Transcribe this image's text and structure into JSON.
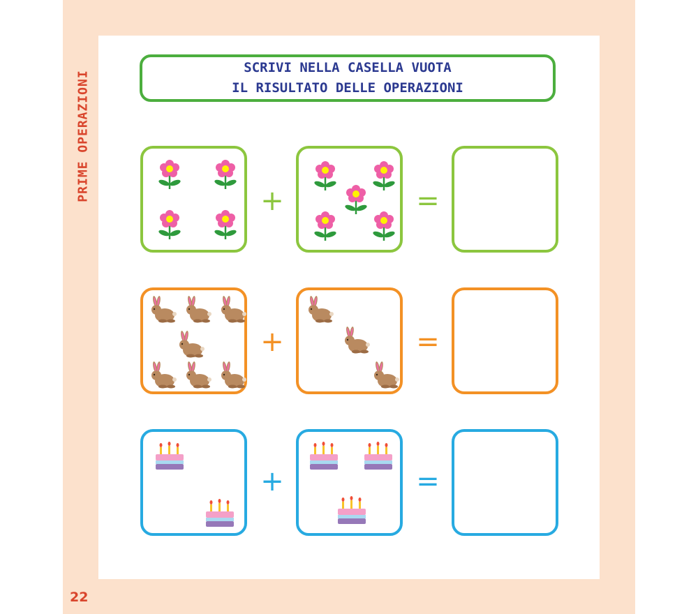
{
  "page": {
    "side_title": "PRIME OPERAZIONI",
    "page_number": "22"
  },
  "instruction": {
    "line1": "SCRIVI NELLA CASELLA VUOTA",
    "line2": "IL RISULTATO DELLE OPERAZIONI"
  },
  "rows": [
    {
      "item": "flower-icon",
      "first_count": 4,
      "second_count": 5,
      "plus": "+",
      "equals": "=",
      "color": "#8cc63f"
    },
    {
      "item": "rabbit-icon",
      "first_count": 7,
      "second_count": 3,
      "plus": "+",
      "equals": "=",
      "color": "#f39125"
    },
    {
      "item": "cake-icon",
      "first_count": 2,
      "second_count": 3,
      "plus": "+",
      "equals": "=",
      "color": "#27aae1"
    }
  ]
}
